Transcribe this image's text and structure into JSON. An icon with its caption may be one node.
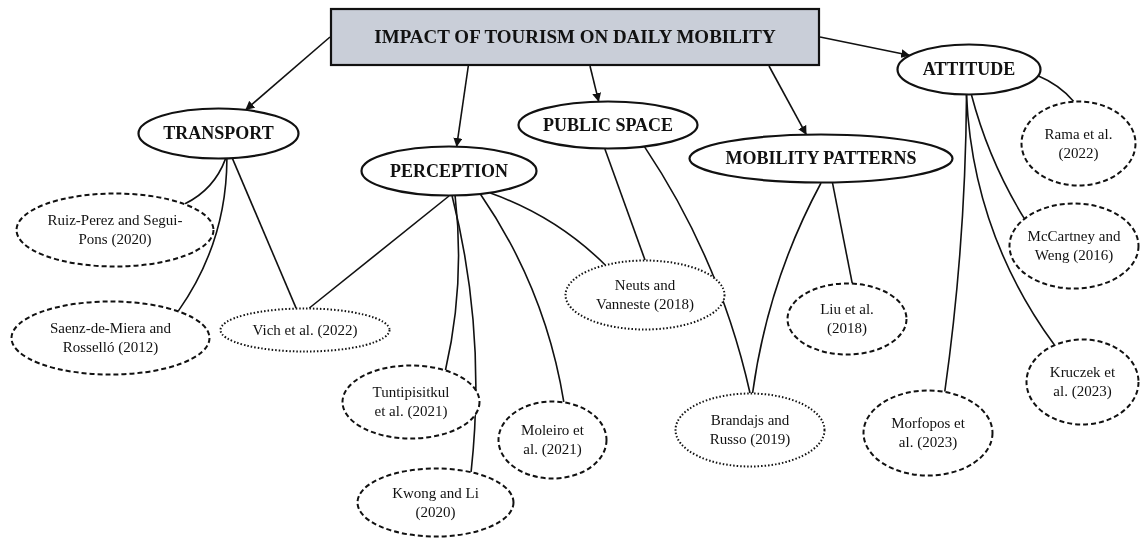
{
  "diagram": {
    "nodes": [
      {
        "text": [
          "IMPACT OF TOURISM ON DAILY MOBILITY"
        ]
      },
      {
        "text": [
          "TRANSPORT"
        ]
      },
      {
        "text": [
          "PERCEPTION"
        ]
      },
      {
        "text": [
          "PUBLIC SPACE"
        ]
      },
      {
        "text": [
          "MOBILITY PATTERNS"
        ]
      },
      {
        "text": [
          "ATTITUDE"
        ]
      },
      {
        "text": [
          "Ruiz-Perez and Segui-Pons (2020)"
        ]
      },
      {
        "text": [
          "Saenz-de-Miera and Rosselló (2012)"
        ]
      },
      {
        "text": [
          "Vich et al. (2022)"
        ]
      },
      {
        "text": [
          "Neuts and Vanneste (2018)"
        ]
      },
      {
        "text": [
          "Tuntipisitkul et al. (2021)"
        ]
      },
      {
        "text": [
          "Moleiro et al. (2021)"
        ]
      },
      {
        "text": [
          "Kwong and Li (2020)"
        ]
      },
      {
        "text": [
          "Liu et al. (2018)"
        ]
      },
      {
        "text": [
          "Brandajs and Russo (2019)"
        ]
      },
      {
        "text": [
          "Morfopos et al. (2023)"
        ]
      },
      {
        "text": [
          "Rama et al. (2022)"
        ]
      },
      {
        "text": [
          "McCartney and Weng (2016)"
        ]
      },
      {
        "text": [
          "Kruczek et al. (2023)"
        ]
      }
    ],
    "edges": [
      {
        "from": 0,
        "to": 1,
        "arrow": "to"
      },
      {
        "from": 0,
        "to": 2,
        "arrow": "to"
      },
      {
        "from": 0,
        "to": 3,
        "arrow": "to"
      },
      {
        "from": 0,
        "to": 4,
        "arrow": "to"
      },
      {
        "from": 0,
        "to": 5,
        "arrow": "to"
      },
      {
        "from": 1,
        "to": 6,
        "arrow": "none"
      },
      {
        "from": 1,
        "to": 7,
        "arrow": "none"
      },
      {
        "from": 1,
        "to": 8,
        "arrow": "none"
      },
      {
        "from": 2,
        "to": 8,
        "arrow": "none"
      },
      {
        "from": 2,
        "to": 10,
        "arrow": "none"
      },
      {
        "from": 2,
        "to": 12,
        "arrow": "none"
      },
      {
        "from": 2,
        "to": 11,
        "arrow": "none"
      },
      {
        "from": 2,
        "to": 9,
        "arrow": "none"
      },
      {
        "from": 3,
        "to": 9,
        "arrow": "none"
      },
      {
        "from": 3,
        "to": 14,
        "arrow": "none"
      },
      {
        "from": 4,
        "to": 14,
        "arrow": "none"
      },
      {
        "from": 4,
        "to": 13,
        "arrow": "none"
      },
      {
        "from": 5,
        "to": 16,
        "arrow": "none"
      },
      {
        "from": 5,
        "to": 17,
        "arrow": "none"
      },
      {
        "from": 5,
        "to": 18,
        "arrow": "none"
      },
      {
        "from": 5,
        "to": 15,
        "arrow": "none"
      }
    ]
  }
}
